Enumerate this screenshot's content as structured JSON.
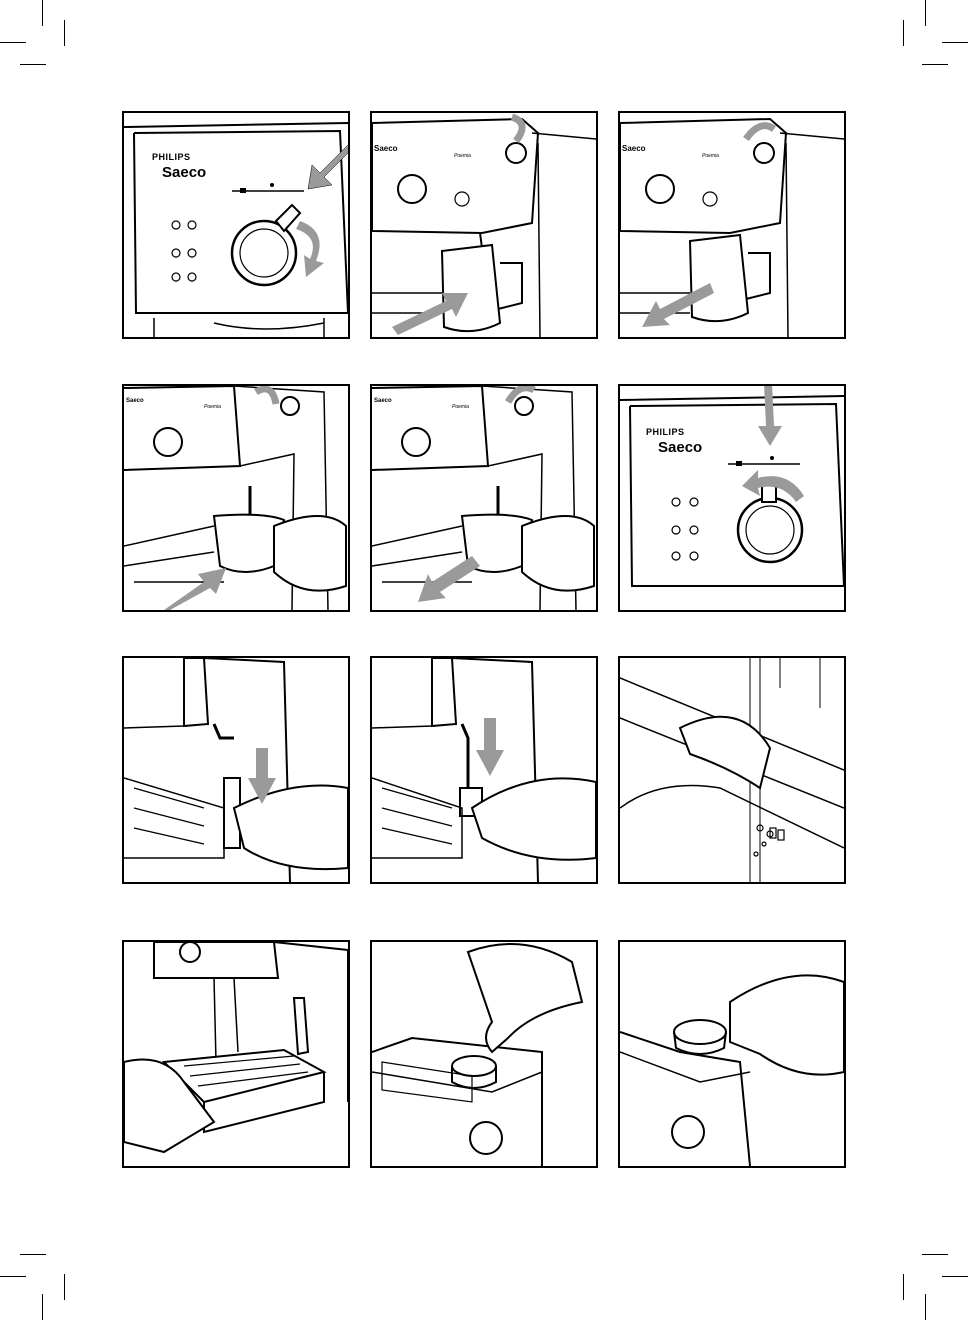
{
  "brand": {
    "philips": "PHILIPS",
    "saeco": "Saeco",
    "model": "Poemia"
  },
  "panels": [
    {
      "id": "p1",
      "scene": "front-panel-knob-turn-to-steam"
    },
    {
      "id": "p2",
      "scene": "steam-knob-open-insert-jug"
    },
    {
      "id": "p3",
      "scene": "steam-knob-close-remove-jug"
    },
    {
      "id": "p4",
      "scene": "steam-knob-open-insert-cup"
    },
    {
      "id": "p5",
      "scene": "steam-knob-close-remove-cup"
    },
    {
      "id": "p6",
      "scene": "front-panel-knob-return-to-off"
    },
    {
      "id": "p7",
      "scene": "remove-pannarello-sleeve"
    },
    {
      "id": "p8",
      "scene": "remove-pannarello-nozzle"
    },
    {
      "id": "p9",
      "scene": "rinse-parts-under-tap"
    },
    {
      "id": "p10",
      "scene": "pull-out-drip-tray"
    },
    {
      "id": "p11",
      "scene": "lift-filter-holder-top"
    },
    {
      "id": "p12",
      "scene": "lift-filter-holder-side"
    }
  ],
  "colors": {
    "line": "#000000",
    "arrow": "#9a9a9a",
    "paper": "#ffffff"
  }
}
